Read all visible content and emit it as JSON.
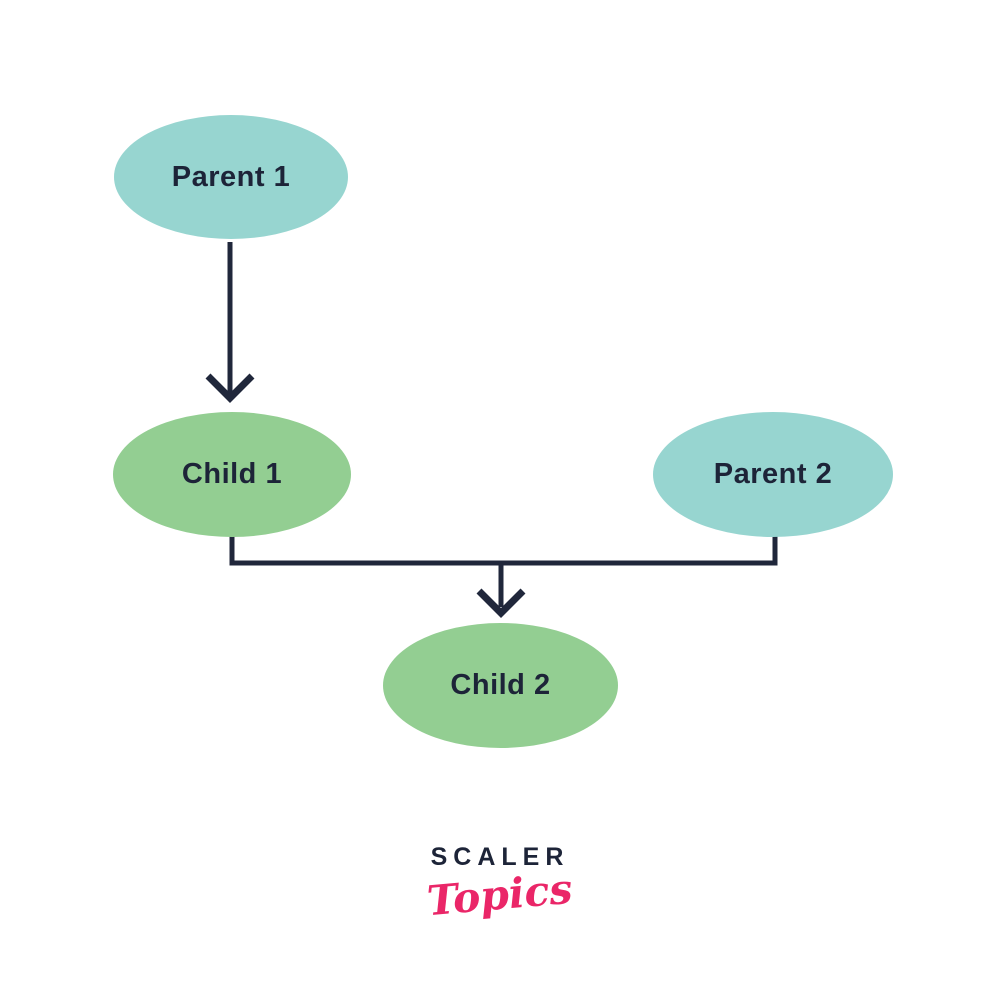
{
  "page": {
    "background": "#ffffff"
  },
  "colors": {
    "parent_fill": "#97d5d0",
    "child_fill": "#93ce92",
    "line": "#20273b",
    "text": "#1d2438",
    "logo_text": "#1d2438",
    "logo_script": "#ea2668"
  },
  "diagram": {
    "type": "inheritance-flow",
    "nodes": {
      "parent1": {
        "label": "Parent 1",
        "role": "parent",
        "fill": "#97d5d0"
      },
      "child1": {
        "label": "Child 1",
        "role": "child",
        "fill": "#93ce92"
      },
      "parent2": {
        "label": "Parent 2",
        "role": "parent",
        "fill": "#97d5d0"
      },
      "child2": {
        "label": "Child 2",
        "role": "child",
        "fill": "#93ce92"
      }
    },
    "edges": [
      {
        "from": "Parent 1",
        "to": "Child 1",
        "style": "arrow"
      },
      {
        "from": "Child 1",
        "to": "Child 2",
        "style": "arrow-merged"
      },
      {
        "from": "Parent 2",
        "to": "Child 2",
        "style": "arrow-merged"
      }
    ]
  },
  "logo": {
    "brand": "SCALER",
    "sub": "Topics"
  }
}
